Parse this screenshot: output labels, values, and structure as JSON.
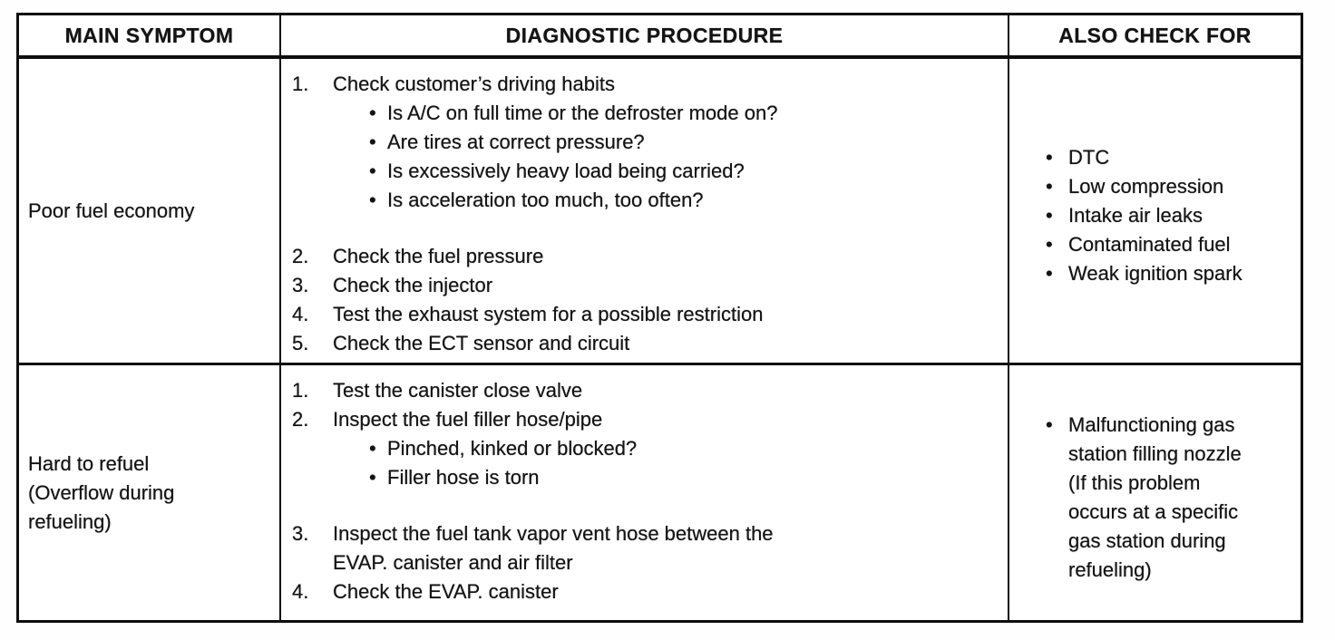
{
  "page": {
    "background": "#ffffff",
    "ink": "#141414",
    "border_color": "#0e0e0e"
  },
  "glyphs": {
    "bullet": "•"
  },
  "table": {
    "columns": [
      {
        "key": "symptom",
        "label": "MAIN SYMPTOM"
      },
      {
        "key": "procedure",
        "label": "DIAGNOSTIC PROCEDURE"
      },
      {
        "key": "also_check",
        "label": "ALSO CHECK FOR"
      }
    ],
    "rows": [
      {
        "symptom": "Poor fuel economy",
        "procedure": [
          {
            "num": "1.",
            "text": "Check customer’s driving habits",
            "bullets": [
              "Is A/C on full time or the defroster mode on?",
              "Are tires at correct pressure?",
              "Is excessively heavy load being carried?",
              "Is acceleration too much, too often?"
            ]
          },
          {
            "num": "2.",
            "text": "Check the fuel pressure",
            "gap_before": true
          },
          {
            "num": "3.",
            "text": "Check the injector"
          },
          {
            "num": "4.",
            "text": "Test the exhaust system for a possible restriction"
          },
          {
            "num": "5.",
            "text": "Check the ECT sensor and circuit"
          }
        ],
        "also_check": [
          "DTC",
          "Low compression",
          "Intake air leaks",
          "Contaminated fuel",
          "Weak ignition spark"
        ]
      },
      {
        "symptom": "Hard to refuel\n(Overflow during\nrefueling)",
        "procedure": [
          {
            "num": "1.",
            "text": "Test the canister close valve"
          },
          {
            "num": "2.",
            "text": "Inspect the fuel filler hose/pipe",
            "bullets": [
              "Pinched, kinked or blocked?",
              "Filler hose is torn"
            ]
          },
          {
            "num": "3.",
            "text": "Inspect the fuel tank vapor vent hose between the\nEVAP. canister and air filter",
            "gap_before": true
          },
          {
            "num": "4.",
            "text": "Check the EVAP. canister"
          }
        ],
        "also_check": [
          "Malfunctioning gas\nstation filling nozzle\n(If this problem\noccurs at a specific\ngas station during\nrefueling)"
        ]
      }
    ]
  }
}
